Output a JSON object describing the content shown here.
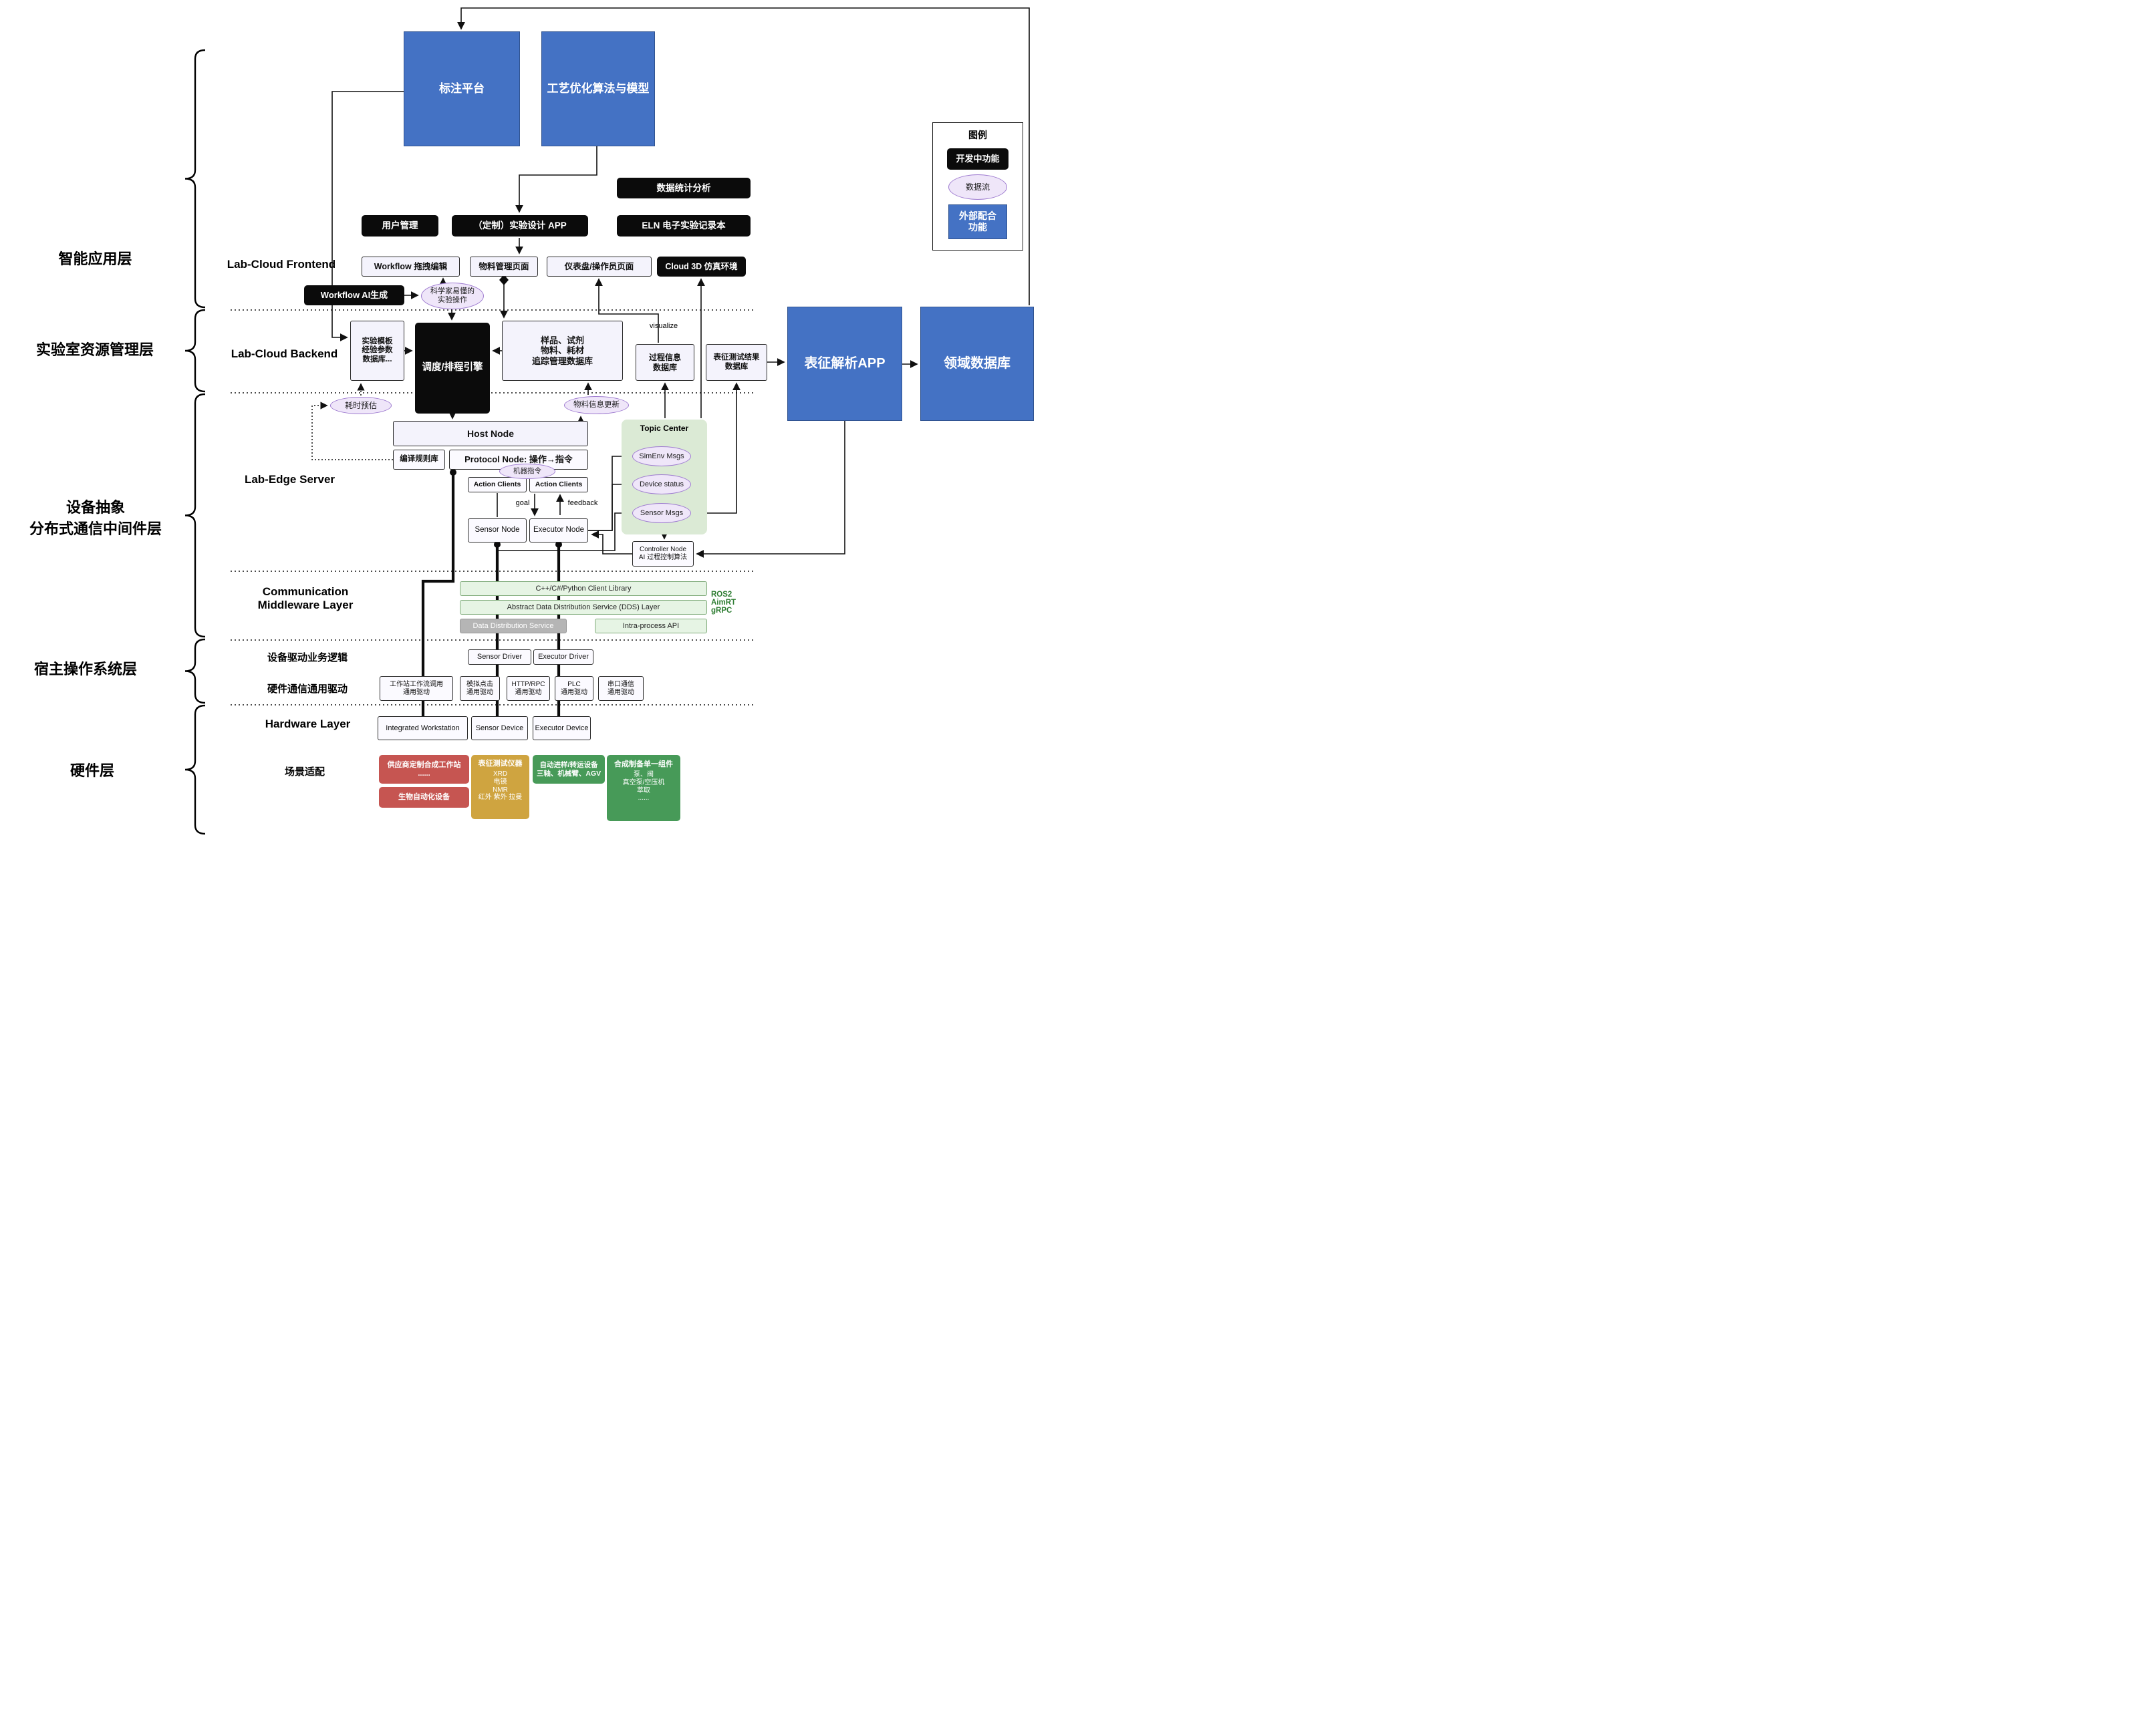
{
  "layers": {
    "app": "智能应用层",
    "resource": "实验室资源管理层",
    "middleware": "设备抽象\n分布式通信中间件层",
    "host_os": "宿主操作系统层",
    "hardware": "硬件层"
  },
  "legend": {
    "title": "图例",
    "in_dev": "开发中功能",
    "data_flow": "数据流",
    "external": "外部配合\n功能"
  },
  "top": {
    "annotation": "标注平台",
    "process_opt": "工艺优化算法与模型"
  },
  "frontend": {
    "label": "Lab-Cloud Frontend",
    "data_stats": "数据统计分析",
    "user_mgmt": "用户管理",
    "exp_design": "（定制）实验设计 APP",
    "eln": "ELN 电子实验记录本",
    "workflow_edit": "Workflow 拖拽编辑",
    "material_page": "物料管理页面",
    "dashboard": "仪表盘/操作员页面",
    "cloud3d": "Cloud 3D 仿真环境",
    "workflow_ai": "Workflow AI生成",
    "sci_ops": "科学家易懂的\n实验操作"
  },
  "backend": {
    "label": "Lab-Cloud Backend",
    "template_db": "实验模板\n经验参数\n数据库...",
    "scheduler": "调度/排程引擎",
    "tracking_db": "样品、试剂\n物料、耗材\n追踪管理数据库",
    "process_db": "过程信息\n数据库",
    "char_result_db": "表征测试结果\n数据库",
    "char_app": "表征解析APP",
    "domain_db": "领域数据库",
    "visualize": "visualize"
  },
  "edge": {
    "label": "Lab-Edge Server",
    "time_est": "耗时预估",
    "material_update": "物料信息更新",
    "host_node": "Host Node",
    "compile_rules": "编译规则库",
    "protocol_node": "Protocol Node: 操作→指令",
    "machine_cmd": "机器指令",
    "action_clients_1": "Action Clients",
    "action_clients_2": "Action Clients",
    "goal": "goal",
    "feedback": "feedback",
    "sensor_node": "Sensor Node",
    "executor_node": "Executor Node",
    "topic_center": "Topic Center",
    "simenv_msgs": "SimEnv Msgs",
    "device_status": "Device status",
    "sensor_msgs": "Sensor Msgs",
    "controller_node": "Controller Node\nAI 过程控制算法"
  },
  "comm": {
    "label": "Communication\nMiddleware Layer",
    "client_lib": "C++/C#/Python Client Library",
    "dds_abstract": "Abstract Data Distribution Service (DDS) Layer",
    "dds_service": "Data Distribution Service",
    "intra_api": "Intra-process API",
    "stack": "ROS2\nAimRT\ngRPC"
  },
  "host_os": {
    "driver_logic": "设备驱动业务逻辑",
    "sensor_driver": "Sensor Driver",
    "executor_driver": "Executor Driver",
    "hw_comm": "硬件通信通用驱动",
    "drv_workstation": "工作站工作流调用\n通用驱动",
    "drv_click": "模拟点击\n通用驱动",
    "drv_http": "HTTP/RPC\n通用驱动",
    "drv_plc": "PLC\n通用驱动",
    "drv_serial": "串口通信\n通用驱动"
  },
  "hardware": {
    "label": "Hardware Layer",
    "integrated_ws": "Integrated Workstation",
    "sensor_device": "Sensor Device",
    "executor_device": "Executor Device",
    "scene": "场景适配",
    "vendor_ws": "供应商定制合成工作站\n......",
    "bio_auto": "生物自动化设备",
    "char_inst_title": "表征测试仪器",
    "char_inst_lines": "XRD\n电镜\nNMR\n红外 紫外 拉曼",
    "transfer": "自动进样/转运设备\n三轴、机械臂、AGV",
    "synth_title": "合成制备单一组件",
    "synth_lines": "泵、阀\n真空泵/空压机\n萃取\n......"
  }
}
